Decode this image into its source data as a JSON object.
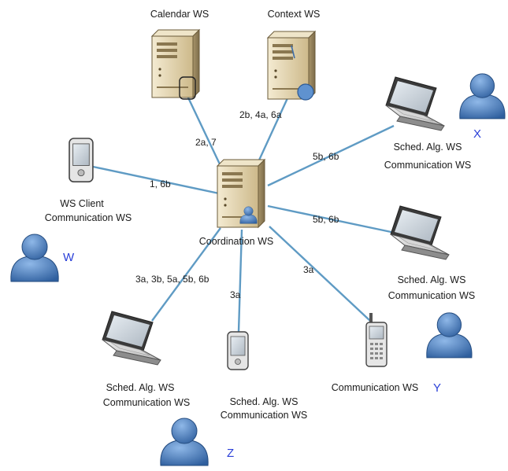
{
  "nodes": {
    "calendar": {
      "label": "Calendar WS"
    },
    "context": {
      "label": "Context WS"
    },
    "coordination": {
      "label": "Coordination WS"
    },
    "ws_client": {
      "label_line1": "WS Client",
      "label_line2": "Communication WS"
    },
    "laptop_top_right": {
      "label_line1": "Sched. Alg. WS",
      "label_line2": "Communication WS"
    },
    "laptop_mid_right": {
      "label_line1": "Sched. Alg. WS",
      "label_line2": "Communication WS"
    },
    "laptop_bottom_left": {
      "label_line1": "Sched. Alg. WS",
      "label_line2": "Communication WS"
    },
    "pda_bottom": {
      "label_line1": "Sched. Alg. WS",
      "label_line2": "Communication WS"
    },
    "phone": {
      "label": "Communication WS"
    }
  },
  "edges": {
    "calendar": "2a, 7",
    "context": "2b, 4a, 6a",
    "ws_client": "1, 6b",
    "laptop_top_right": "5b, 6b",
    "laptop_mid_right": "5b, 6b",
    "phone": "3a",
    "pda_bottom": "3a",
    "laptop_bottom_left": "3a, 3b, 5a, 5b, 6b"
  },
  "users": {
    "w": "W",
    "x": "X",
    "y": "Y",
    "z": "Z"
  },
  "colors": {
    "link": "#5f9bc4",
    "user_label": "#2a3fd8",
    "user_body": "#4a7fc1"
  },
  "icons": [
    "server-icon",
    "laptop-icon",
    "pda-icon",
    "phone-icon",
    "user-icon"
  ]
}
